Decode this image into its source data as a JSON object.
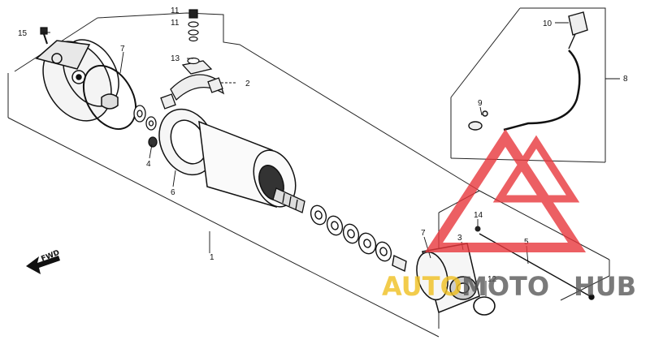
{
  "diagram": {
    "labels": {
      "l1": "1",
      "l2": "2",
      "l3": "3",
      "l4": "4",
      "l5": "5",
      "l6": "6",
      "l7a": "7",
      "l7b": "7",
      "l8": "8",
      "l9": "9",
      "l10": "10",
      "l11a": "11",
      "l11b": "11",
      "l12": "12",
      "l13": "13",
      "l14": "14",
      "l15": "15"
    },
    "fwd_label": "FWD"
  },
  "watermark": {
    "text_auto": "AUTO",
    "text_moto": "MOTO",
    "text_hub": "HUB",
    "color_red": "#e8383d",
    "color_gray": "#5a5a5a",
    "color_yellow": "#f0c020"
  }
}
